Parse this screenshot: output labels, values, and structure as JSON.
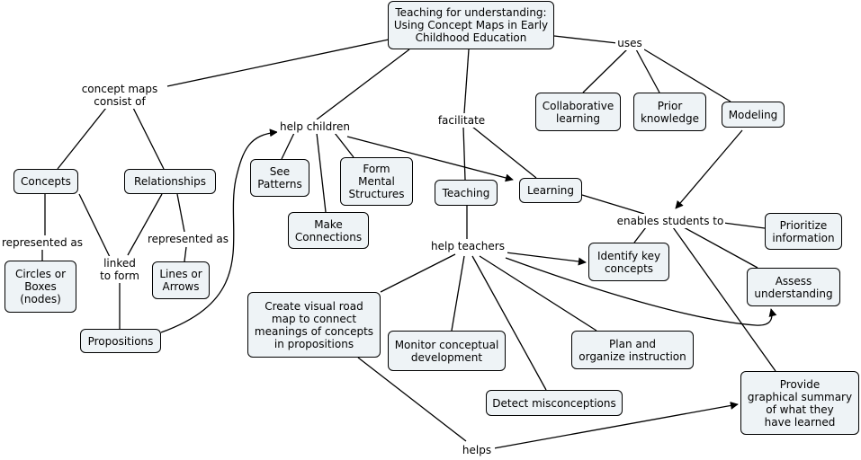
{
  "nodes": {
    "main": "Teaching for understanding:\nUsing Concept Maps in Early\nChildhood Education",
    "concepts": "Concepts",
    "relationships": "Relationships",
    "circles": "Circles or\nBoxes\n(nodes)",
    "lines": "Lines or\nArrows",
    "propositions": "Propositions",
    "see_patterns": "See\nPatterns",
    "form_mental": "Form\nMental\nStructures",
    "make_connections": "Make\nConnections",
    "teaching": "Teaching",
    "learning": "Learning",
    "collaborative": "Collaborative\nlearning",
    "prior": "Prior\nknowledge",
    "modeling": "Modeling",
    "prioritize": "Prioritize\ninformation",
    "identify": "Identify key\nconcepts",
    "assess": "Assess\nunderstanding",
    "create_visual": "Create visual road\nmap to connect\nmeanings of concepts\nin propositions",
    "monitor": "Monitor conceptual\ndevelopment",
    "plan": "Plan and\norganize instruction",
    "detect": "Detect misconceptions",
    "provide": "Provide\ngraphical summary\nof what they\nhave learned"
  },
  "links": {
    "consist": "concept maps\nconsist of",
    "uses": "uses",
    "help_children": "help children",
    "facilitate": "facilitate",
    "rep_as_1": "represented as",
    "rep_as_2": "represented as",
    "linked": "linked\nto form",
    "enables": "enables students to",
    "help_teachers": "help teachers",
    "helps": "helps"
  }
}
